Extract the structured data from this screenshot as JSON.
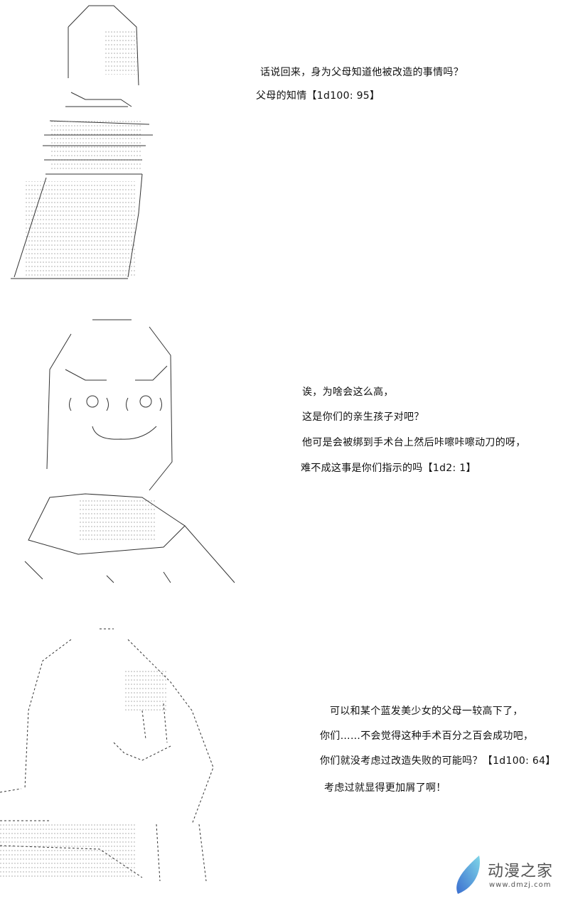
{
  "panels": [
    {
      "lines": [
        "话说回来，身为父母知道他被改造的事情吗？",
        "父母的知情【1d100: 95】"
      ]
    },
    {
      "lines": [
        "诶，为啥会这么高，",
        "这是你们的亲生孩子对吧？",
        "他可是会被绑到手术台上然后咔嚓咔嚓动刀的呀，",
        "难不成这事是你们指示的吗【1d2: 1】"
      ]
    },
    {
      "lines": [
        "可以和某个蓝发美少女的父母一较高下了，",
        "你们……不会觉得这种手术百分之百会成功吧，",
        "你们就没考虑过改造失败的可能吗？【1d100: 64】",
        "考虑过就显得更加屑了啊！"
      ]
    }
  ],
  "watermark": {
    "name": "动漫之家",
    "url": "www.dmzj.com",
    "color": "#4aa3d8"
  }
}
